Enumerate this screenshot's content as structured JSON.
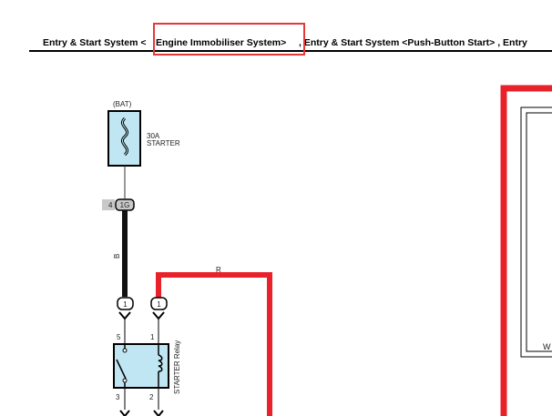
{
  "header": {
    "segments": [
      "Entry & Start System <",
      "Engine Immobiliser System>",
      " , Entry & Start System <Push-Button Start> , Entry"
    ],
    "highlighted_segment": "Engine Immobiliser System>",
    "highlight_color": "#e53935"
  },
  "diagram": {
    "fuse": {
      "source_label": "(BAT)",
      "rating": "30A",
      "name": "STARTER",
      "fill_color": "#bfe6f2"
    },
    "connector_top": {
      "pin": "4",
      "code": "1G"
    },
    "wire_left": {
      "color_code": "B",
      "color": "#111111"
    },
    "wire_right": {
      "color_code": "R",
      "color": "#e8212a"
    },
    "connector_left_pin": "1",
    "connector_right_pin": "1",
    "relay": {
      "name": "STARTER Relay",
      "pin_tl": "5",
      "pin_tr": "1",
      "pin_bl": "3",
      "pin_br": "2",
      "fill_color": "#bfe6f2"
    },
    "right_panel": {
      "partial_label": "W",
      "border_color": "#e8212a"
    }
  }
}
